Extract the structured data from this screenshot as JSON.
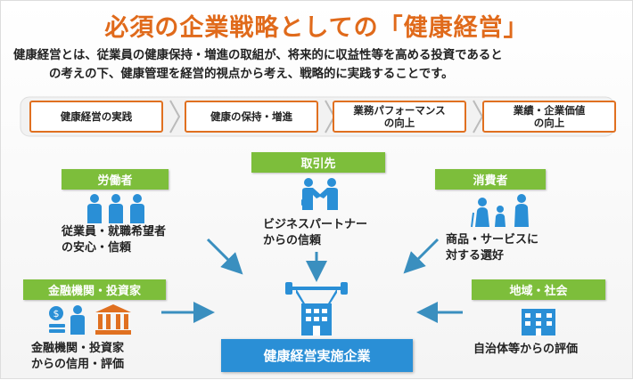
{
  "title": "必須の企業戦略としての「健康経営」",
  "description": {
    "line1": "健康経営とは、従業員の健康保持・増進の取組が、将来的に収益性等を高める投資であると",
    "line2": "の考えの下、健康管理を経営的視点から考え、戦略的に実践することです。"
  },
  "flow_steps": [
    {
      "line1": "健康経営の実践",
      "line2": ""
    },
    {
      "line1": "健康の保持・増進",
      "line2": ""
    },
    {
      "line1": "業務パフォーマンス",
      "line2": "の向上"
    },
    {
      "line1": "業績・企業価値",
      "line2": "の向上"
    }
  ],
  "stakeholders": {
    "workers": {
      "label": "労働者",
      "text1": "従業員・就職希望者",
      "text2": "の安心・信頼"
    },
    "partners": {
      "label": "取引先",
      "text1": "ビジネスパートナー",
      "text2": "からの信頼"
    },
    "consumers": {
      "label": "消費者",
      "text1": "商品・サービスに",
      "text2": "対する選好"
    },
    "finance": {
      "label": "金融機関・投資家",
      "text1": "金融機関・投資家",
      "text2": "からの信用・評価"
    },
    "community": {
      "label": "地域・社会",
      "text1": "自治体等からの評価"
    }
  },
  "center": "健康経営実施企業",
  "colors": {
    "accent": "#e06a1b",
    "label_green": "#7dbe3b",
    "blue": "#2a8fd6",
    "arrow": "#3a8fbf"
  },
  "icons": [
    "workers-icon",
    "handshake-icon",
    "family-icon",
    "money-icon",
    "bank-icon",
    "strong-building-icon",
    "city-building-icon"
  ]
}
